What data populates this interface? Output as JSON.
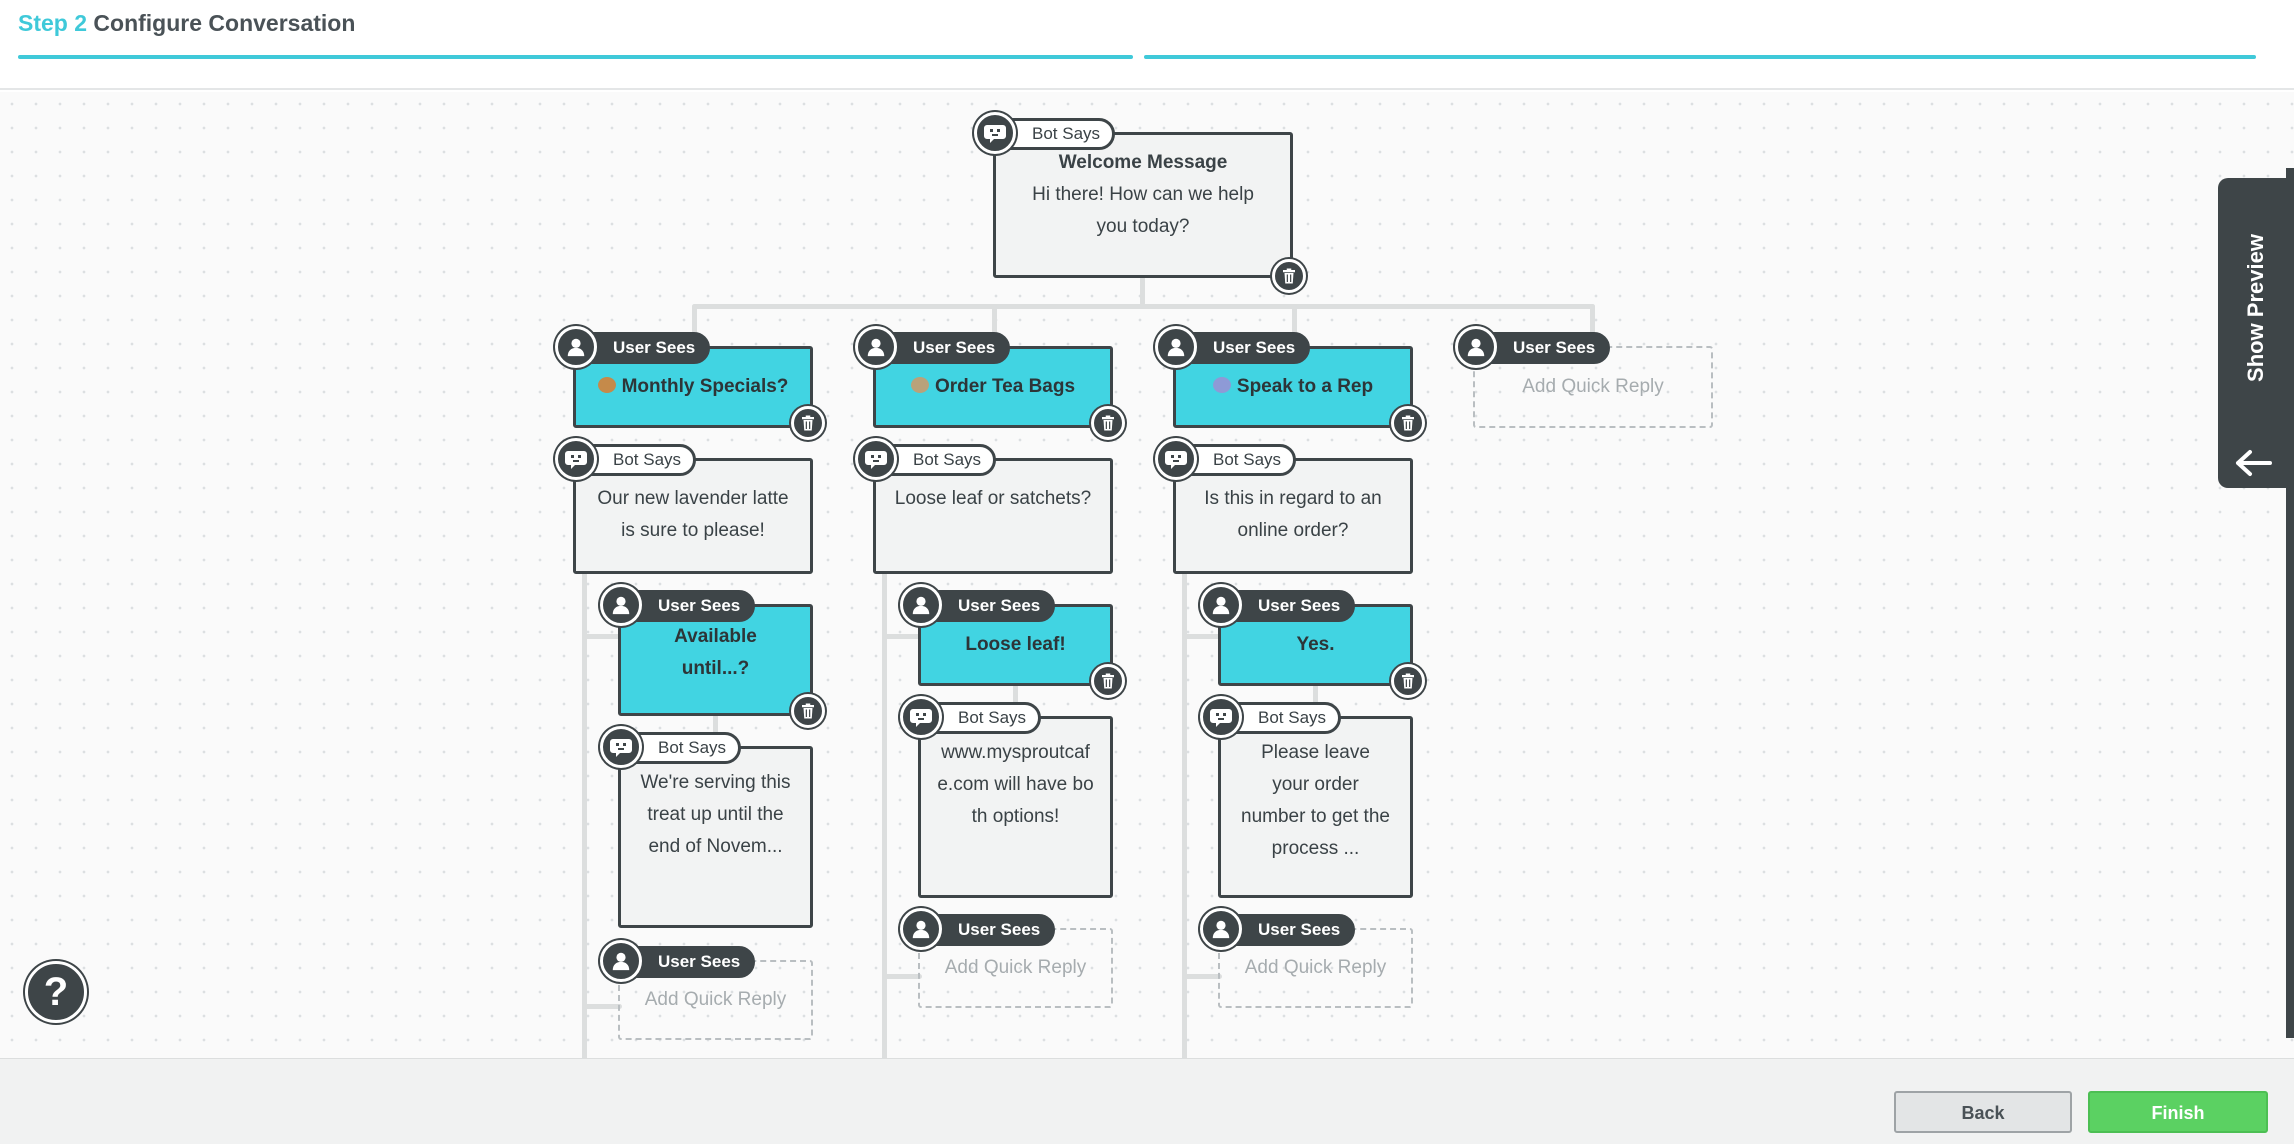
{
  "header": {
    "step_number": "Step 2",
    "step_title": "Configure Conversation"
  },
  "labels": {
    "bot": "Bot Says",
    "user": "User Sees"
  },
  "welcome": {
    "title": "Welcome Message",
    "text": "Hi there! How can we help you today?"
  },
  "branches": [
    {
      "quick_reply": "Monthly Specials?",
      "quick_reply_icon": "coffee-cup",
      "bot_reply": "Our new lavender latte is sure to please!",
      "sub_reply": "Available until...?",
      "sub_bot_reply": "We're serving this treat up until the end of Novem..."
    },
    {
      "quick_reply": "Order Tea Bags",
      "quick_reply_icon": "tea-bowl",
      "bot_reply": "Loose leaf or satchets?",
      "sub_reply": "Loose leaf!",
      "sub_bot_reply": "www.mysproutcafe.com will have both options!"
    },
    {
      "quick_reply": "Speak to a Rep",
      "quick_reply_icon": "speech-bubble",
      "bot_reply": "Is this in regard to an online order?",
      "sub_reply": "Yes.",
      "sub_bot_reply": "Please leave your order number to get the process ..."
    }
  ],
  "add_quick_reply": "Add Quick Reply",
  "preview_tab": {
    "label": "Show Preview"
  },
  "footer": {
    "back": "Back",
    "finish": "Finish"
  },
  "help": {
    "label": "?"
  },
  "colors": {
    "accent": "#3fc9d9",
    "user_box": "#41d4e2",
    "dark": "#3e4548",
    "finish": "#5bd162"
  }
}
